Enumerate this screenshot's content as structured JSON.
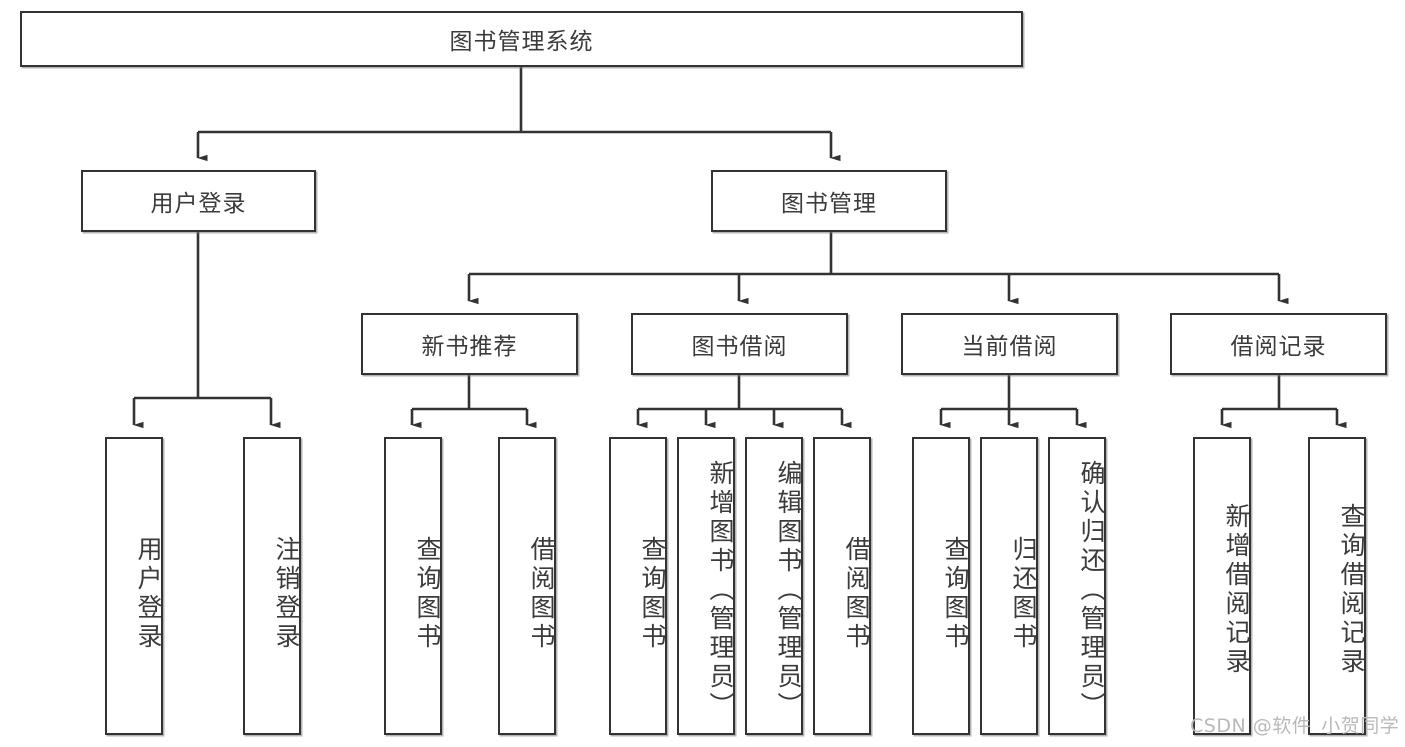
{
  "diagram": {
    "title": "图书管理系统",
    "type": "tree",
    "watermark": "CSDN @软件_小贺同学",
    "colors": {
      "box_border": "#333333",
      "box_fill": "#ffffff",
      "text": "#3b3b3b",
      "edge": "#333333",
      "watermark": "#b9b9b9"
    },
    "nodes": {
      "root": {
        "label": "图书管理系统"
      },
      "level2": [
        {
          "id": "user-login",
          "label": "用户登录"
        },
        {
          "id": "book-manage",
          "label": "图书管理"
        }
      ],
      "level3": [
        {
          "id": "new-book-recommend",
          "label": "新书推荐"
        },
        {
          "id": "book-borrow",
          "label": "图书借阅"
        },
        {
          "id": "current-borrow",
          "label": "当前借阅"
        },
        {
          "id": "borrow-record",
          "label": "借阅记录"
        }
      ],
      "leaves": [
        {
          "id": "leaf-user-login",
          "label": "用户登录",
          "parent": "user-login"
        },
        {
          "id": "leaf-logout-login",
          "label": "注销登录",
          "parent": "user-login"
        },
        {
          "id": "leaf-query-book-1",
          "label": "查询图书",
          "parent": "new-book-recommend"
        },
        {
          "id": "leaf-borrow-book-1",
          "label": "借阅图书",
          "parent": "new-book-recommend"
        },
        {
          "id": "leaf-query-book-2",
          "label": "查询图书",
          "parent": "book-borrow"
        },
        {
          "id": "leaf-add-book",
          "label": "新增图书（管理员）",
          "parent": "book-borrow"
        },
        {
          "id": "leaf-edit-book",
          "label": "编辑图书（管理员）",
          "parent": "book-borrow"
        },
        {
          "id": "leaf-borrow-book-2",
          "label": "借阅图书",
          "parent": "book-borrow"
        },
        {
          "id": "leaf-query-book-3",
          "label": "查询图书",
          "parent": "current-borrow"
        },
        {
          "id": "leaf-return-book",
          "label": "归还图书",
          "parent": "current-borrow"
        },
        {
          "id": "leaf-confirm-return",
          "label": "确认归还（管理员）",
          "parent": "current-borrow"
        },
        {
          "id": "leaf-add-borrow-record",
          "label": "新增借阅记录",
          "parent": "borrow-record"
        },
        {
          "id": "leaf-query-borrow-record",
          "label": "查询借阅记录",
          "parent": "borrow-record"
        }
      ]
    }
  }
}
